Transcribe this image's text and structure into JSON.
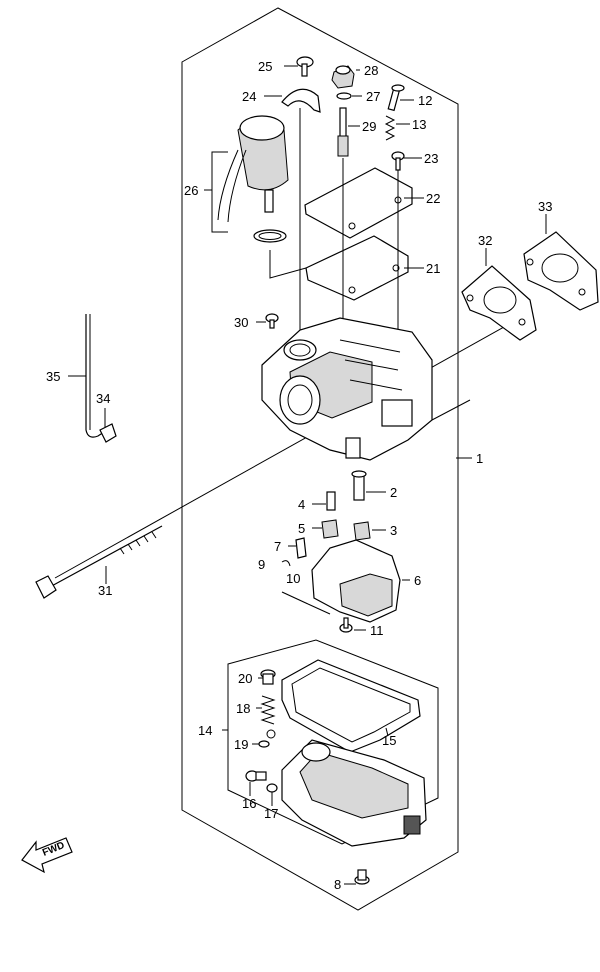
{
  "callouts": {
    "c1": "1",
    "c2": "2",
    "c3": "3",
    "c4": "4",
    "c5": "5",
    "c6": "6",
    "c7": "7",
    "c8": "8",
    "c9": "9",
    "c10": "10",
    "c11": "11",
    "c12": "12",
    "c13": "13",
    "c14": "14",
    "c15": "15",
    "c16": "16",
    "c17": "17",
    "c18": "18",
    "c19": "19",
    "c20": "20",
    "c21": "21",
    "c22": "22",
    "c23": "23",
    "c24": "24",
    "c25": "25",
    "c26": "26",
    "c27": "27",
    "c28": "28",
    "c29": "29",
    "c30": "30",
    "c31": "31",
    "c32": "32",
    "c33": "33",
    "c34": "34",
    "c35": "35"
  },
  "fwd_label": "FWD"
}
